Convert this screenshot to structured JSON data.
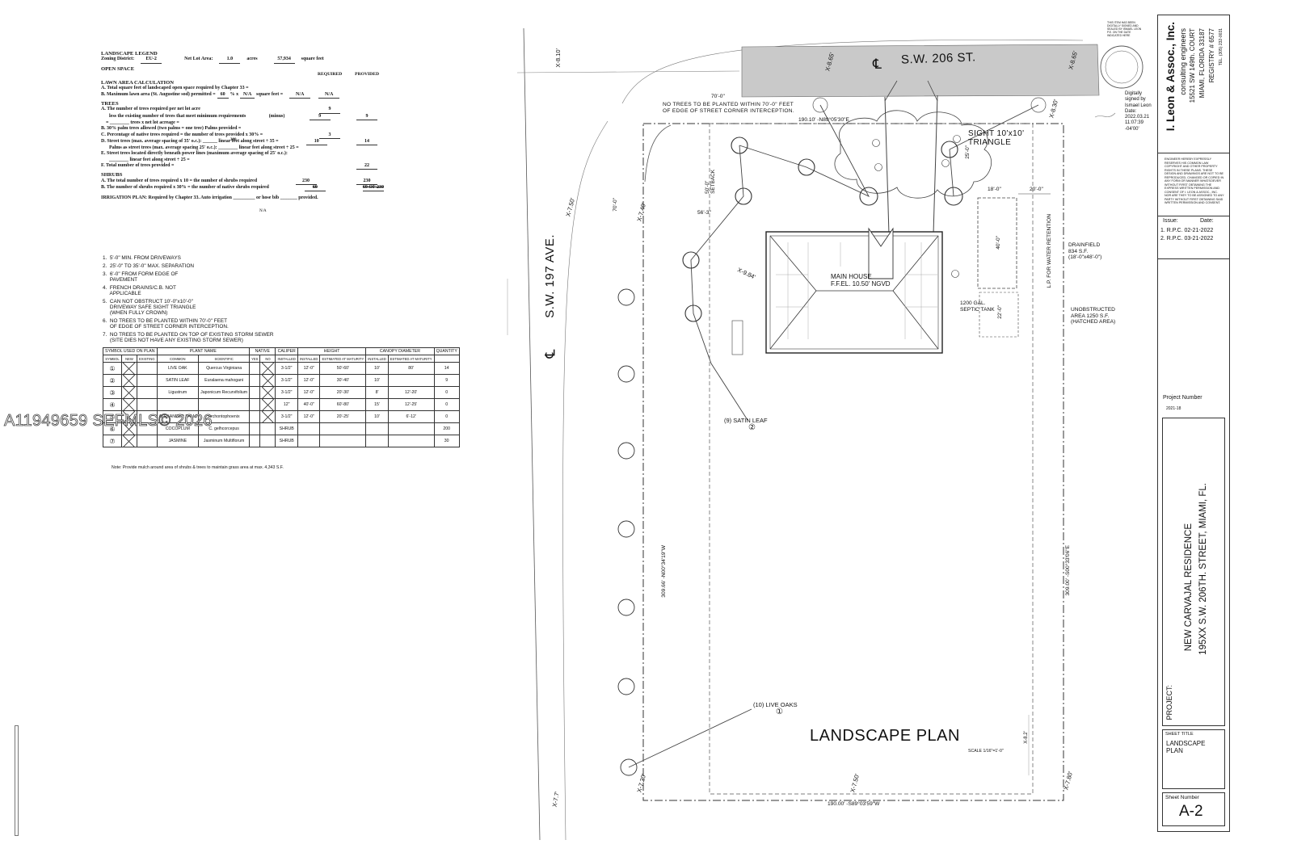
{
  "legend": {
    "title": "LANDSCAPE LEGEND",
    "zoning_label": "Zoning District:",
    "zoning_value": "EU-2",
    "net_lot_label": "Net Lot Area:",
    "net_lot_acres": "1.0",
    "acres_label": "acres",
    "net_lot_sqft": "57,934",
    "sqft_label": "square feet",
    "open_space": "OPEN SPACE",
    "required": "REQUIRED",
    "provided": "PROVIDED",
    "lawn_head": "LAWN AREA CALCULATION",
    "lawn_a": "A.  Total square feet of landscaped open space required by Chapter 33 =",
    "lawn_b": "B.  Maximum lawn area (St. Augustine sod) permitted =",
    "lawn_b_pct": "60",
    "lawn_b_x": "% x",
    "lawn_b_na": "N/A",
    "lawn_b_sqft": "square feet =",
    "lawn_b_req": "N/A",
    "lawn_b_prov": "N/A",
    "trees_head": "TREES",
    "trees_a": "A.  The number of trees required per net lot acre",
    "trees_a_req": "9",
    "trees_less": "less the existing number of trees that meet minimum requirements",
    "trees_minus": "(minus)",
    "trees_less_req": "9",
    "trees_less_prov": "9",
    "trees_eq": "= ________ trees  x  net lot acreage =",
    "trees_b": "B.  30% palm trees allowed  (two palms = one tree)   Palms provided =",
    "trees_c": "C.  Percentage of native trees required  =  the number of trees provided  x  30% =",
    "trees_c_req": "3",
    "trees_d": "D.  Street trees (max. average spacing of 35' o.c.): ______ linear feet along street ÷ 35 =",
    "trees_d_len": "380",
    "trees_d_req": "10",
    "trees_d_prov": "14",
    "trees_d2": "Palms as street trees (max. average spacing 25' o.c.): ________ linear feet along street ÷ 25 =",
    "trees_e": "E.  Street trees located directly beneath power lines (maximum average spacing of 25' o.c.):",
    "trees_e2": "________ linear feet along street ÷ 25 =",
    "trees_f": "F.  Total number of trees provided =",
    "trees_f_prov": "22",
    "shrubs_head": "SHRUBS",
    "shrubs_a": "A.  The total number of trees required  x  10  =  the number of shrubs required",
    "shrubs_a_req": "230",
    "shrubs_a_prov": "230",
    "shrubs_b": "B.  The number of shrubs required  x  30%  =  the number of native shrubs required",
    "shrubs_b_req": "69",
    "shrubs_b_prov": "69  OF  230",
    "irrigation": "IRRIGATION PLAN:  Required by Chapter 33.  Auto irrigation _________ or hose bib _______ provided.",
    "irrigation_na": "N/A"
  },
  "notes": [
    "1.  5'-0\" MIN. FROM DRIVEWAYS",
    "2.  25'-0\" TO 35'-0\" MAX. SEPARATION",
    "3.  6'-0\" FROM FORM EDGE OF\n     PAVEMENT",
    "4.  FRENCH DRAINS/C.B. NOT\n     APPLICABLE",
    "5.  CAN NOT OBSTRUCT 10'-0\"x10'-0\"\n     DRIVEWAY SAFE SIGHT TRIANGLE\n     (WHEN FULLY CROWN)",
    "6.  NO TREES TO BE PLANTED WITHIN 70'-0\" FEET\n     OF EDGE OF STREET CORNER INTERCEPTION.",
    "7.  NO TREES TO BE PLANTED ON TOP OF EXISTING STORM SEWER\n     (SITE DIES NOT HAVE ANY EXISTING STORM SEWER)"
  ],
  "plant_table": {
    "headers": [
      "SYMBOL USED ON PLAN",
      "PLANT NAME",
      "NATIVE",
      "CALIPER",
      "HEIGHT",
      "CANOPY DIAMETER",
      "QUANTITY"
    ],
    "subheaders": [
      "SYMBOL",
      "NEW",
      "EXISTING",
      "COMMON",
      "SCIENTIFIC",
      "YES",
      "NO",
      "INSTALLED",
      "INSTALLED",
      "ESTIMATED AT MATURITY",
      "INSTALLED",
      "ESTIMATED AT MATURITY"
    ],
    "rows": [
      {
        "sym": "①",
        "common": "LIVE OAK",
        "sci": "Quercus Virginiana",
        "cal": "3-1/2\"",
        "h1": "12'-0\"",
        "h2": "50'-60'",
        "c1": "10'",
        "c2": "80'",
        "qty": "14"
      },
      {
        "sym": "②",
        "common": "SATIN LEAF",
        "sci": "Euralaena mahogani",
        "cal": "3-1/2\"",
        "h1": "12'-0\"",
        "h2": "30'-40'",
        "c1": "10'",
        "c2": "",
        "qty": "9"
      },
      {
        "sym": "③",
        "common": "Ligustrum",
        "sci": "Japonicum Recurvifolium",
        "cal": "3-1/2\"",
        "h1": "12'-0\"",
        "h2": "20'-30'",
        "c1": "8'",
        "c2": "12'-20'",
        "qty": "0"
      },
      {
        "sym": "④",
        "common": "",
        "sci": "",
        "cal": "12\"",
        "h1": "40'-0\"",
        "h2": "60'-80'",
        "c1": "15'",
        "c2": "12'-25'",
        "qty": "0"
      },
      {
        "sym": "⑤",
        "common": "ALEXANDER PALM",
        "sci": "Archontophoenix",
        "cal": "3-1/2\"",
        "h1": "12'-0\"",
        "h2": "20'-25'",
        "c1": "10'",
        "c2": "6'-12'",
        "qty": "0"
      },
      {
        "sym": "⑥",
        "common": "COCOPLUM",
        "sci": "C. gelhcorcepus",
        "cal": "SHRUB",
        "h1": "",
        "h2": "",
        "c1": "",
        "c2": "",
        "qty": "200"
      },
      {
        "sym": "⑦",
        "common": "JASMINE",
        "sci": "Jasminum Multiflorum",
        "cal": "SHRUB",
        "h1": "",
        "h2": "",
        "c1": "",
        "c2": "",
        "qty": "30"
      }
    ],
    "note": "Note: Provide mulch around area of shrubs & trees to maintain grass area at max. 4,343 S.F."
  },
  "watermark": "A11949659 SEFMLS© 2026",
  "plan": {
    "street_top": "S.W. 206 ST.",
    "street_left": "S.W. 197 AVE.",
    "cl_symbol": "℄",
    "no_trees_note": "NO TREES TO BE PLANTED WITHIN 70'-0\" FEET\nOF EDGE OF STREET CORNER INTERCEPTION.",
    "dim_70": "70'-0\"",
    "north_line": "190.10' -N89°05'30\"E",
    "south_line": "190.00' -S89°03'59\"W",
    "west_line": "309.66' -N00°34'19\"W",
    "east_line": "309.00' -S00°33'06\"E",
    "sight_triangle": "SIGHT 10'x10'\nTRIANGLE",
    "main_house": "MAIN HOUSE",
    "ffel": "F.F.EL. 10.50' NGVD",
    "septic": "1200 GAL.\nSEPTIC TANK",
    "drainfield": "DRAINFIELD\n834 S.F.\n(18'-0\"x48'-0\")",
    "unobstructed": "UNOBSTRUCTED\nAREA 1250 S.F.\n(HATCHED AREA)",
    "lp_retention": "L.P. FOR WATER RETENTION",
    "setback": "50'-0\"\nSETBACK",
    "d_56": "56'-3\"",
    "d_18": "18'-0\"",
    "d_20": "20'-0\"",
    "d_40": "40'-0\"",
    "d_22": "22'-0\"",
    "d_25": "25'-0\"",
    "satin_leaf": "(9)  SATIN LEAF",
    "live_oaks": "(10)  LIVE OAKS",
    "sym_1": "①",
    "sym_2": "②",
    "plan_title": "LANDSCAPE PLAN",
    "scale": "SCALE 1/16\"=1'-0\"",
    "elev_marks": [
      "X-8.10'",
      "X-8.65'",
      "X-8.65'",
      "X-8.30'",
      "X-7.50'",
      "X-7.40'",
      "X-9.84'",
      "X-7.20'",
      "X-7.50'",
      "X-7.80'",
      "X-7.7'",
      "X-8.2'"
    ]
  },
  "seal": {
    "text": "THIS ITEM HAS BEEN DIGITALLY SIGNED AND SEALED BY ISMAEL LEON P.E. ON THE DATE INDICATED HERE",
    "digital": "Digitally\nsigned by\nIsmael Leon\nDate:\n2022.03.21\n11:07:39\n-04'00'"
  },
  "title_block": {
    "firm": "I. Leon & Assoc., Inc.",
    "firm_sub": "consulting engineers",
    "address": "15521 SW 149th. COURT",
    "city": "MIAMI, FLORIDA 33187",
    "registry": "REGISTRY # 6577",
    "tel": "TEL. (305) 232-0031",
    "copyright": "ENGINEER HEREBY EXPRESSLY RESERVES HIS COMMON LAW COPYRIGHT AND OTHER PROPERTY RIGHTS IN THESE PLANS. THESE DESIGN AND DRAWINGS ARE NOT TO BE REPRODUCED, CHANGED OR COPIED IN ANY FORM OR MANNER WHATSOEVER WITHOUT FIRST OBTAINING THE EXPRESS WRITTEN PERMISSION AND CONSENT OF I. LEON & ASSOC., INC. NOR ARE THEY TO BE ASSIGNED TO ANY PARTY WITHOUT FIRST OBTAINING SAID WRITTEN PERMISSION AND CONSENT.",
    "issue_label": "Issue:",
    "date_label": "Date:",
    "issues": [
      "1.  R.P.C.  02-21-2022",
      "2.  R.P.C.  03-21-2022"
    ],
    "project_number_label": "Project Number",
    "project_number": "2021-18",
    "project_label": "PROJECT:",
    "project_name": "NEW CARVAJAL RESIDENCE",
    "project_address": "195XX S.W. 206TH. STREET, MIAMI, FL.",
    "sheet_title_label": "SHEET TITLE",
    "sheet_title": "LANDSCAPE\nPLAN",
    "sheet_number_label": "Sheet Number",
    "sheet_number": "A-2"
  }
}
